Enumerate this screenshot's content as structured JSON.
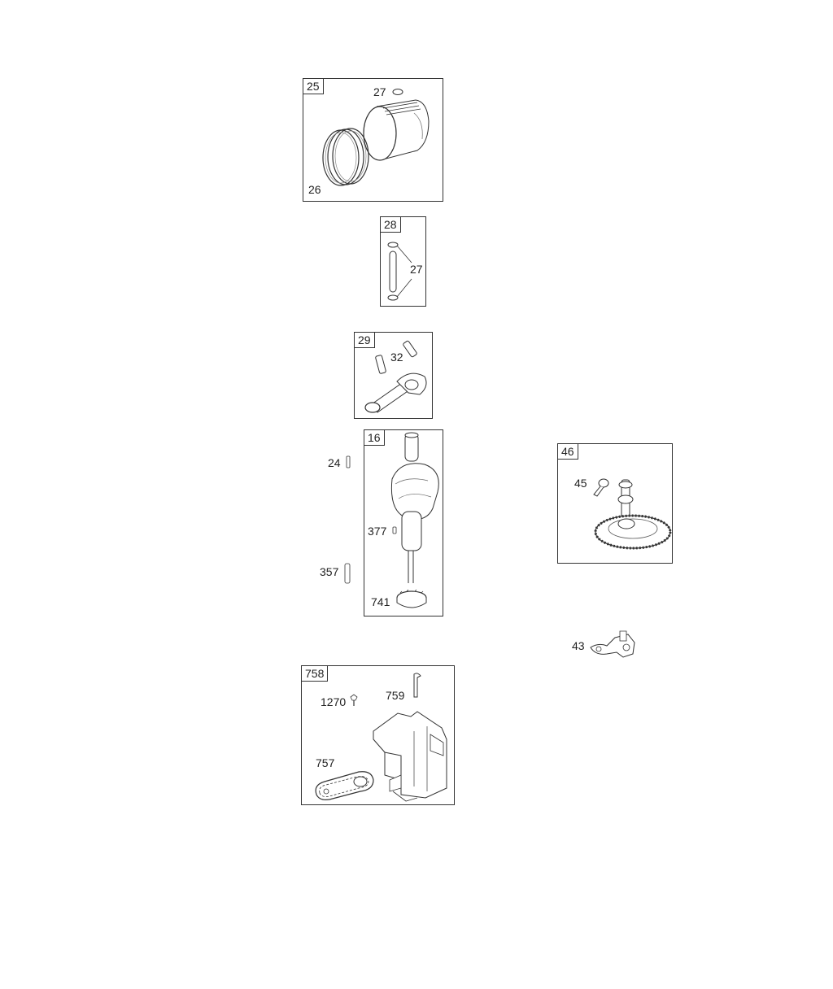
{
  "diagram": {
    "groups": [
      {
        "key": "piston",
        "tab": "25",
        "labels": {
          "clip": "27",
          "rings": "26"
        }
      },
      {
        "key": "pin",
        "tab": "28",
        "labels": {
          "clip": "27"
        }
      },
      {
        "key": "rod",
        "tab": "29",
        "labels": {
          "screw": "32"
        }
      },
      {
        "key": "crankshaft",
        "tab": "16",
        "labels": {
          "key": "377",
          "gear": "741"
        }
      },
      {
        "key": "camshaft",
        "tab": "46",
        "labels": {
          "lifter": "45"
        }
      },
      {
        "key": "governor",
        "tab": "758",
        "labels": {
          "screw": "1270",
          "pin": "759",
          "gasket": "757"
        }
      }
    ],
    "loose": {
      "pin_24": "24",
      "key_357": "357",
      "governor_43": "43"
    }
  }
}
